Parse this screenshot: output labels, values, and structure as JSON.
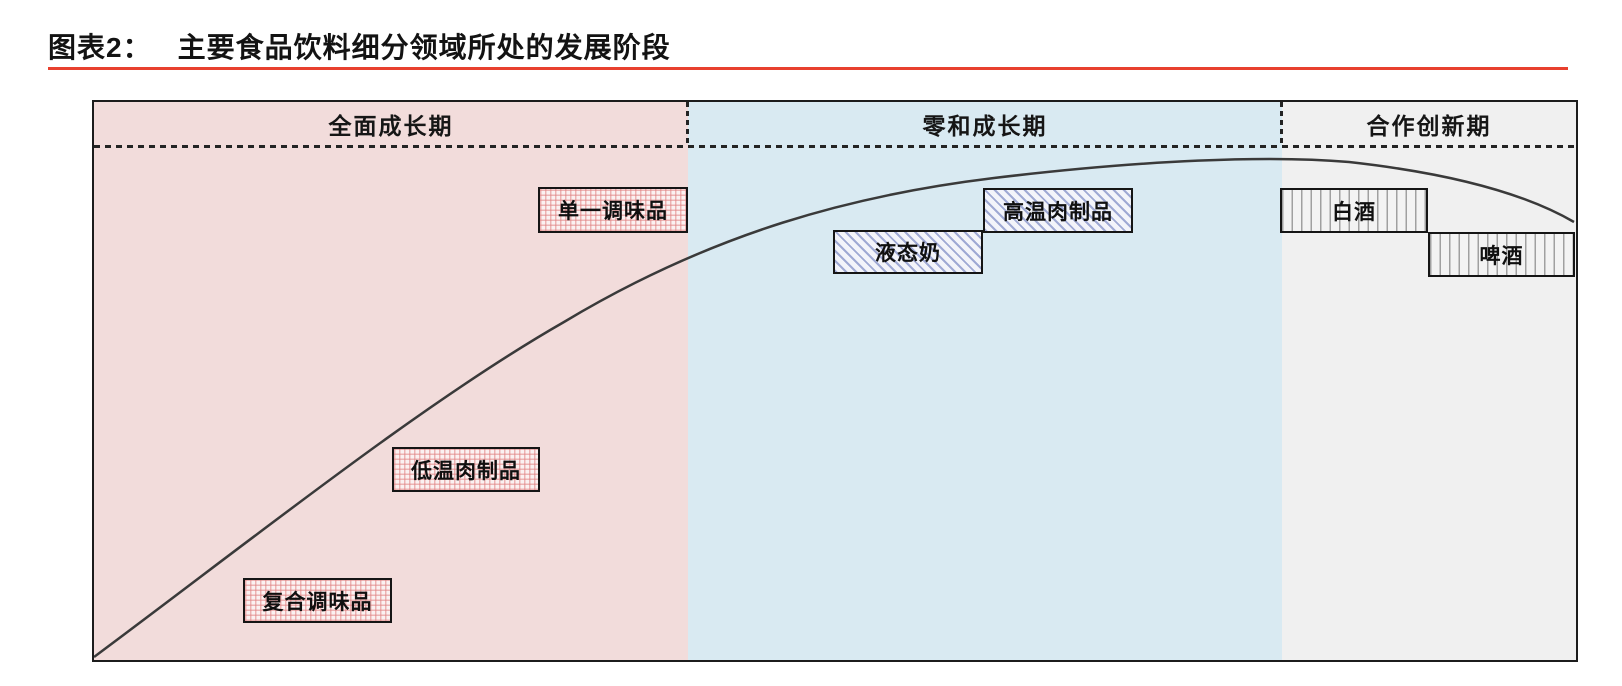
{
  "figure": {
    "label": "图表2：",
    "title": "主要食品饮料细分领域所处的发展阶段",
    "underline_color": "#e8402e"
  },
  "stages": [
    {
      "name": "全面成长期",
      "bg_color": "#f2dcdb"
    },
    {
      "name": "零和成长期",
      "bg_color": "#d9eaf2"
    },
    {
      "name": "合作创新期",
      "bg_color": "#f0f0f0"
    }
  ],
  "segments": [
    {
      "name": "复合调味品",
      "stage": "全面成长期",
      "pattern": "pink-grid",
      "curve_position": "early-growth-low"
    },
    {
      "name": "低温肉制品",
      "stage": "全面成长期",
      "pattern": "pink-grid",
      "curve_position": "early-growth-mid"
    },
    {
      "name": "单一调味品",
      "stage": "全面成长期",
      "pattern": "pink-grid",
      "curve_position": "late-full-growth"
    },
    {
      "name": "液态奶",
      "stage": "零和成长期",
      "pattern": "blue-diagonal",
      "curve_position": "zero-sum-early"
    },
    {
      "name": "高温肉制品",
      "stage": "零和成长期",
      "pattern": "blue-diagonal",
      "curve_position": "zero-sum-late"
    },
    {
      "name": "白酒",
      "stage": "合作创新期",
      "pattern": "vertical-stripes",
      "curve_position": "innovation-early"
    },
    {
      "name": "啤酒",
      "stage": "合作创新期",
      "pattern": "vertical-stripes",
      "curve_position": "innovation-late"
    }
  ],
  "curve": {
    "description": "industry lifecycle S-curve: rises steeply through 全面成长期, flattens across 零和成长期, peaks then declines slightly in 合作创新期",
    "color": "#3a3a3a"
  }
}
